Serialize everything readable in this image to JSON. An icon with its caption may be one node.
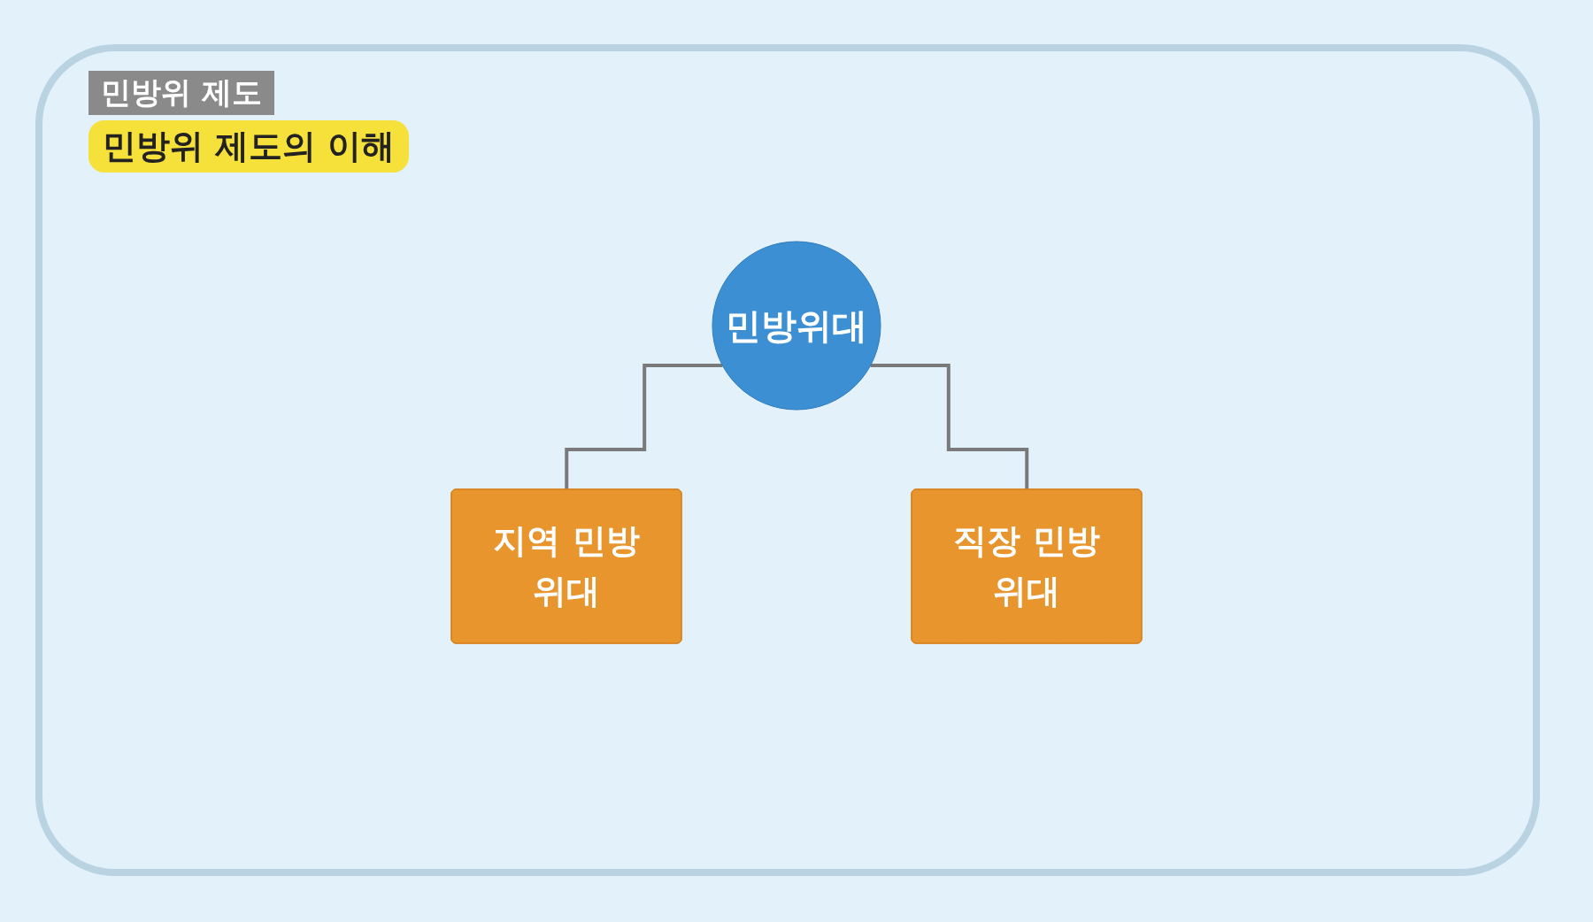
{
  "diagram": {
    "nodes": [
      {
        "text": [
          "민방위대"
        ]
      },
      {
        "text": [
          "지역 민방위대"
        ]
      },
      {
        "text": [
          "직장 민방위대"
        ]
      }
    ],
    "edges": [
      {
        "from": 0,
        "to": 1,
        "arrow": "none"
      },
      {
        "from": 0,
        "to": 2,
        "arrow": "none"
      }
    ],
    "labels": [
      "민방위 제도",
      "민방위 제도의 이해"
    ]
  }
}
